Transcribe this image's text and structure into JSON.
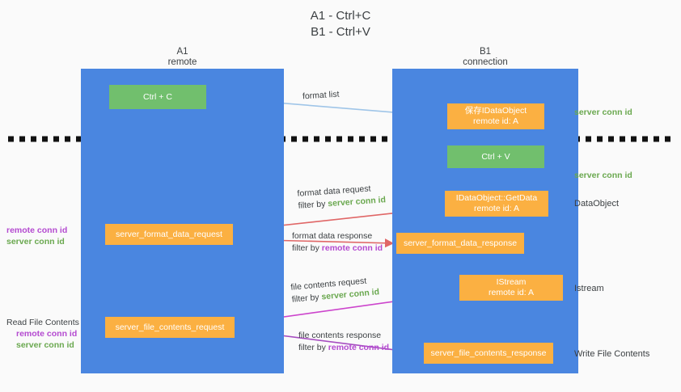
{
  "title": {
    "line1": "A1 - Ctrl+C",
    "line2": "B1 - Ctrl+V"
  },
  "columns": {
    "left": {
      "name": "A1",
      "role": "remote"
    },
    "right": {
      "name": "B1",
      "role": "connection"
    }
  },
  "colors": {
    "lane": "#4a86e0",
    "green_box": "#71bf6d",
    "orange_box": "#fbb042",
    "green_text": "#6aa84f",
    "purple_text": "#b44ad0",
    "blue_arrow": "#9fc5e8",
    "red_arrow": "#e06666",
    "magenta_arrow": "#cc44cc",
    "purple_arrow": "#a64dc0",
    "black_arrow": "#000000",
    "background": "#fafafa"
  },
  "boxes": {
    "ctrl_c": {
      "line1": "Ctrl + C",
      "line2": ""
    },
    "save_idataobject": {
      "line1": "保存IDataObject",
      "line2": "remote id: A"
    },
    "ctrl_v": {
      "line1": "Ctrl + V",
      "line2": ""
    },
    "getdata": {
      "line1": "IDataObject::GetData",
      "line2": "remote id: A"
    },
    "server_format_data_request": {
      "line1": "server_format_data_request",
      "line2": ""
    },
    "server_format_data_response": {
      "line1": "server_format_data_response",
      "line2": ""
    },
    "istream": {
      "line1": "IStream",
      "line2": "remote id: A"
    },
    "server_file_contents_request": {
      "line1": "server_file_contents_request",
      "line2": ""
    },
    "server_file_contents_response": {
      "line1": "server_file_contents_response",
      "line2": ""
    }
  },
  "arrow_labels": {
    "format_list": "format list",
    "format_data_request": {
      "line1": "format data request",
      "filter_prefix": "filter by ",
      "filter_key": "server conn id"
    },
    "format_data_response": {
      "line1": "format data response",
      "filter_prefix": "filter by ",
      "filter_key": "remote conn id"
    },
    "file_contents_request": {
      "line1": "file contents request",
      "filter_prefix": "filter by ",
      "filter_key": "server conn id"
    },
    "file_contents_response": {
      "line1": "file contents response",
      "filter_prefix": "filter by ",
      "filter_key": "remote conn id"
    }
  },
  "side_labels": {
    "right_top_server_conn_id": "server conn id",
    "right_mid_server_conn_id": "server conn id",
    "dataobject": "DataObject",
    "istream": "Istream",
    "write_file_contents": "Write File Contents",
    "left_mid_remote_conn_id": "remote conn id",
    "left_mid_server_conn_id": "server conn id",
    "read_file_contents": "Read File Contents",
    "left_bottom_remote_conn_id": "remote conn id",
    "left_bottom_server_conn_id": "server conn id"
  }
}
